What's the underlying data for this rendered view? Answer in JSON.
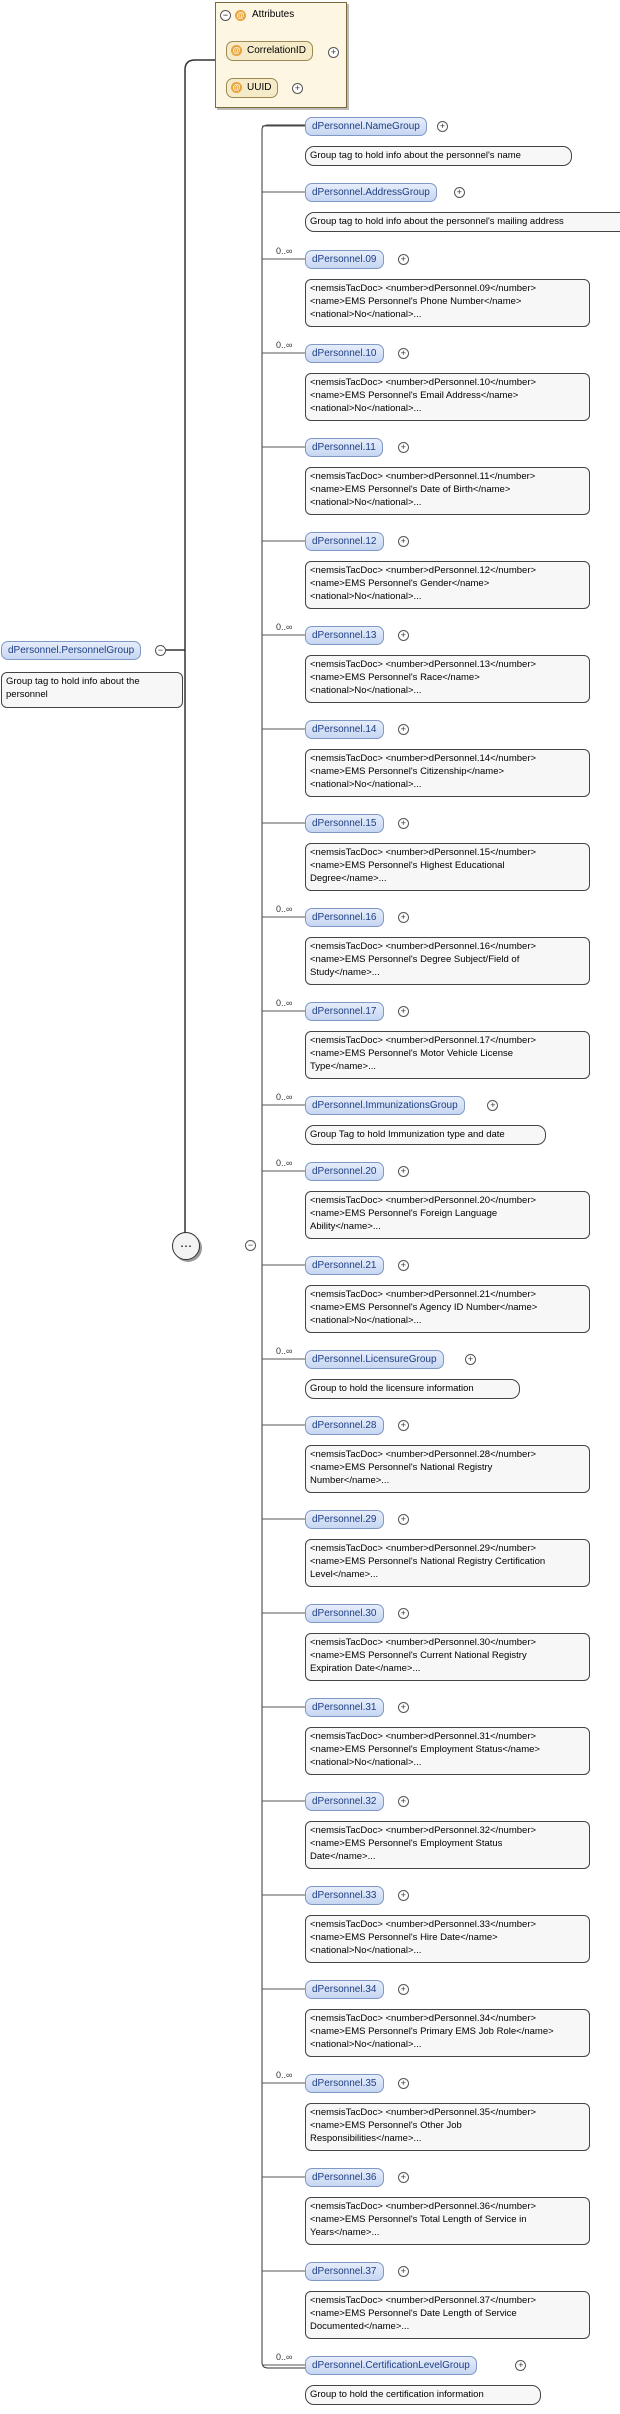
{
  "root": {
    "name": "dPersonnel.PersonnelGroup",
    "doc": "Group tag to hold info about the personnel"
  },
  "attributes": {
    "title": "Attributes",
    "items": [
      "CorrelationID",
      "UUID"
    ]
  },
  "children": [
    {
      "name": "dPersonnel.NameGroup",
      "card": "",
      "doc": "Group tag to hold info about the personnel's name"
    },
    {
      "name": "dPersonnel.AddressGroup",
      "card": "",
      "doc": "Group tag to hold info about the personnel's mailing address"
    },
    {
      "name": "dPersonnel.09",
      "card": "0..∞",
      "doc": "<nemsisTacDoc> <number>dPersonnel.09</number>\n<name>EMS Personnel's Phone Number</name>\n<national>No</national>..."
    },
    {
      "name": "dPersonnel.10",
      "card": "0..∞",
      "doc": "<nemsisTacDoc> <number>dPersonnel.10</number>\n<name>EMS Personnel's Email Address</name>\n<national>No</national>..."
    },
    {
      "name": "dPersonnel.11",
      "card": "",
      "doc": "<nemsisTacDoc> <number>dPersonnel.11</number>\n<name>EMS Personnel's Date of Birth</name>\n<national>No</national>..."
    },
    {
      "name": "dPersonnel.12",
      "card": "",
      "doc": "<nemsisTacDoc> <number>dPersonnel.12</number>\n<name>EMS Personnel's Gender</name>\n<national>No</national>..."
    },
    {
      "name": "dPersonnel.13",
      "card": "0..∞",
      "doc": "<nemsisTacDoc> <number>dPersonnel.13</number>\n<name>EMS Personnel's Race</name>\n<national>No</national>..."
    },
    {
      "name": "dPersonnel.14",
      "card": "",
      "doc": "<nemsisTacDoc> <number>dPersonnel.14</number>\n<name>EMS Personnel's Citizenship</name>\n<national>No</national>..."
    },
    {
      "name": "dPersonnel.15",
      "card": "",
      "doc": "<nemsisTacDoc> <number>dPersonnel.15</number>\n<name>EMS Personnel's Highest Educational\nDegree</name>..."
    },
    {
      "name": "dPersonnel.16",
      "card": "0..∞",
      "doc": "<nemsisTacDoc> <number>dPersonnel.16</number>\n<name>EMS Personnel's Degree Subject/Field of\nStudy</name>..."
    },
    {
      "name": "dPersonnel.17",
      "card": "0..∞",
      "doc": "<nemsisTacDoc> <number>dPersonnel.17</number>\n<name>EMS Personnel's Motor Vehicle License\nType</name>..."
    },
    {
      "name": "dPersonnel.ImmunizationsGroup",
      "card": "0..∞",
      "doc": "Group Tag to hold Immunization type and date"
    },
    {
      "name": "dPersonnel.20",
      "card": "0..∞",
      "doc": "<nemsisTacDoc> <number>dPersonnel.20</number>\n<name>EMS Personnel's Foreign Language\nAbility</name>..."
    },
    {
      "name": "dPersonnel.21",
      "card": "",
      "doc": "<nemsisTacDoc> <number>dPersonnel.21</number>\n<name>EMS Personnel's Agency ID Number</name>\n<national>No</national>..."
    },
    {
      "name": "dPersonnel.LicensureGroup",
      "card": "0..∞",
      "doc": "Group to hold the licensure information"
    },
    {
      "name": "dPersonnel.28",
      "card": "",
      "doc": "<nemsisTacDoc> <number>dPersonnel.28</number>\n<name>EMS Personnel's National Registry\nNumber</name>..."
    },
    {
      "name": "dPersonnel.29",
      "card": "",
      "doc": "<nemsisTacDoc> <number>dPersonnel.29</number>\n<name>EMS Personnel's National Registry Certification\nLevel</name>..."
    },
    {
      "name": "dPersonnel.30",
      "card": "",
      "doc": "<nemsisTacDoc> <number>dPersonnel.30</number>\n<name>EMS Personnel's Current National Registry\nExpiration Date</name>..."
    },
    {
      "name": "dPersonnel.31",
      "card": "",
      "doc": "<nemsisTacDoc> <number>dPersonnel.31</number>\n<name>EMS Personnel's Employment Status</name>\n<national>No</national>..."
    },
    {
      "name": "dPersonnel.32",
      "card": "",
      "doc": "<nemsisTacDoc> <number>dPersonnel.32</number>\n<name>EMS Personnel's Employment Status\nDate</name>..."
    },
    {
      "name": "dPersonnel.33",
      "card": "",
      "doc": "<nemsisTacDoc> <number>dPersonnel.33</number>\n<name>EMS Personnel's Hire Date</name>\n<national>No</national>..."
    },
    {
      "name": "dPersonnel.34",
      "card": "",
      "doc": "<nemsisTacDoc> <number>dPersonnel.34</number>\n<name>EMS Personnel's Primary EMS Job Role</name>\n<national>No</national>..."
    },
    {
      "name": "dPersonnel.35",
      "card": "0..∞",
      "doc": "<nemsisTacDoc> <number>dPersonnel.35</number>\n<name>EMS Personnel's Other Job\nResponsibilities</name>..."
    },
    {
      "name": "dPersonnel.36",
      "card": "",
      "doc": "<nemsisTacDoc> <number>dPersonnel.36</number>\n<name>EMS Personnel's Total Length of Service in\nYears</name>..."
    },
    {
      "name": "dPersonnel.37",
      "card": "",
      "doc": "<nemsisTacDoc> <number>dPersonnel.37</number>\n<name>EMS Personnel's Date Length of Service\nDocumented</name>..."
    },
    {
      "name": "dPersonnel.CertificationLevelGroup",
      "card": "0..∞",
      "doc": "Group to hold the certification information"
    }
  ]
}
